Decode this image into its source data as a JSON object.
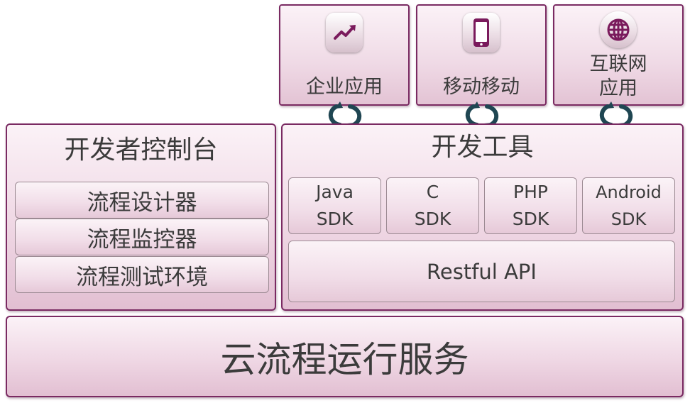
{
  "apps": [
    {
      "icon": "trend-chart-icon",
      "label_lines": [
        "企业应用"
      ]
    },
    {
      "icon": "mobile-phone-icon",
      "label_lines": [
        "移动移动"
      ]
    },
    {
      "icon": "globe-icon",
      "label_lines": [
        "互联网",
        "应用"
      ]
    }
  ],
  "console": {
    "title": "开发者控制台",
    "items": [
      "流程设计器",
      "流程监控器",
      "流程测试环境"
    ]
  },
  "tools": {
    "title": "开发工具",
    "sdks": [
      {
        "name": "Java",
        "suffix": "SDK"
      },
      {
        "name": "C",
        "suffix": "SDK"
      },
      {
        "name": "PHP",
        "suffix": "SDK"
      },
      {
        "name": "Android",
        "suffix": "SDK"
      }
    ],
    "api": "Restful API"
  },
  "service": {
    "title": "云流程运行服务"
  },
  "colors": {
    "border": "#7a2a62",
    "icon": "#7a1a5c",
    "sync": "#1f4652"
  }
}
